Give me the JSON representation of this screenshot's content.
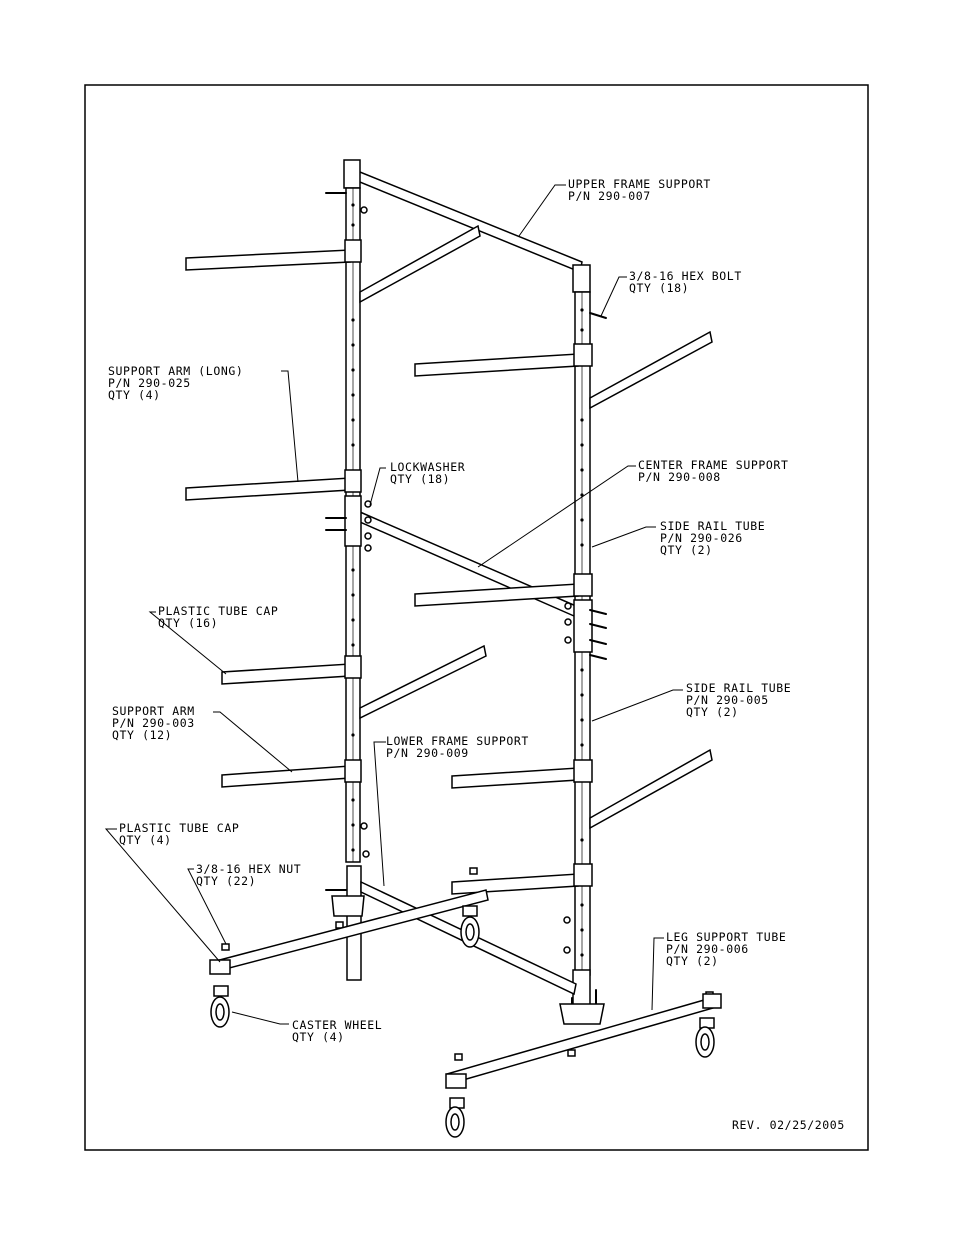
{
  "callouts": [
    {
      "id": "upper-frame-support",
      "lines": [
        "UPPER FRAME SUPPORT",
        "P/N 290-007"
      ]
    },
    {
      "id": "hex-bolt",
      "lines": [
        "3/8-16 HEX BOLT",
        "QTY (18)"
      ]
    },
    {
      "id": "support-arm-long",
      "lines": [
        "SUPPORT ARM (LONG)",
        "P/N 290-025",
        "QTY (4)"
      ]
    },
    {
      "id": "lockwasher",
      "lines": [
        "LOCKWASHER",
        "QTY (18)"
      ]
    },
    {
      "id": "center-frame-support",
      "lines": [
        "CENTER FRAME SUPPORT",
        "P/N 290-008"
      ]
    },
    {
      "id": "side-rail-tube-026",
      "lines": [
        "SIDE RAIL TUBE",
        "P/N 290-026",
        "QTY (2)"
      ]
    },
    {
      "id": "plastic-tube-cap-16",
      "lines": [
        "PLASTIC TUBE CAP",
        "QTY (16)"
      ]
    },
    {
      "id": "side-rail-tube-005",
      "lines": [
        "SIDE RAIL TUBE",
        "P/N 290-005",
        "QTY (2)"
      ]
    },
    {
      "id": "support-arm",
      "lines": [
        "SUPPORT ARM",
        "P/N 290-003",
        "QTY (12)"
      ]
    },
    {
      "id": "lower-frame-support",
      "lines": [
        "LOWER FRAME SUPPORT",
        "P/N 290-009"
      ]
    },
    {
      "id": "plastic-tube-cap-4",
      "lines": [
        "PLASTIC TUBE CAP",
        "QTY (4)"
      ]
    },
    {
      "id": "hex-nut",
      "lines": [
        "3/8-16 HEX NUT",
        "QTY (22)"
      ]
    },
    {
      "id": "leg-support-tube",
      "lines": [
        "LEG SUPPORT TUBE",
        "P/N 290-006",
        "QTY (2)"
      ]
    },
    {
      "id": "caster-wheel",
      "lines": [
        "CASTER WHEEL",
        "QTY (4)"
      ]
    }
  ],
  "revision": "REV. 02/25/2005"
}
